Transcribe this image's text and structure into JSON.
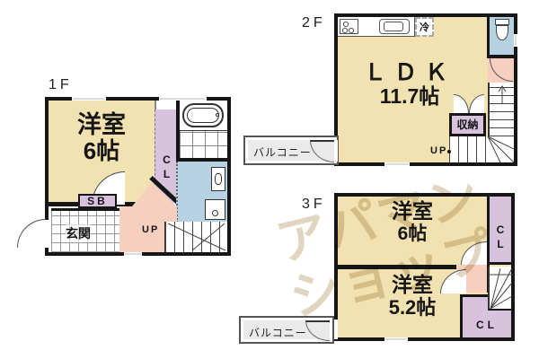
{
  "colors": {
    "room_tan": "#F2E2B2",
    "closet_purple": "#D7C3DD",
    "hall_pink": "#F7CFBF",
    "wet_blue": "#B7D3E3",
    "balcony_gray": "#EAEAEA",
    "wall": "#161616",
    "watermark": "#96742F"
  },
  "floor1": {
    "label": "1F",
    "room_name": "洋室",
    "room_size": "6帖",
    "closet": "CL",
    "shoebox": "SB",
    "entrance": "玄関",
    "up": "UP"
  },
  "floor2": {
    "label": "2F",
    "ldk_name": "ＬＤＫ",
    "ldk_size": "11.7帖",
    "fridge": "冷",
    "storage": "収納",
    "up": "UP",
    "balcony": "バルコニー"
  },
  "floor3": {
    "label": "3F",
    "room1_name": "洋室",
    "room1_size": "6帖",
    "room2_name": "洋室",
    "room2_size": "5.2帖",
    "closet_top": "CL",
    "closet_bottom": "CL",
    "balcony": "バルコニー"
  },
  "watermark": {
    "line1": "アパマン",
    "line2": "ショップ"
  }
}
